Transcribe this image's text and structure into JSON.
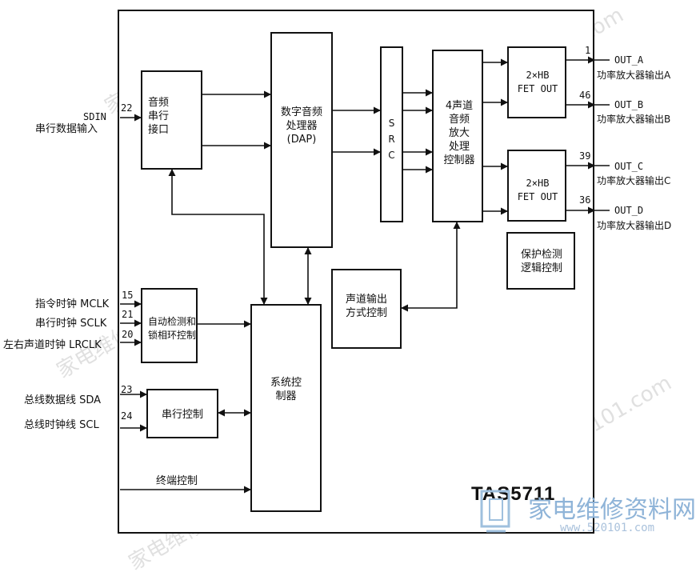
{
  "blocks": {
    "audio_serial": "音频\n串行\n接口",
    "dap": "数字音频\n处理器\n(DAP)",
    "src": "S\nR\nC",
    "controller4ch": "4声道\n音频\n放大\n处理\n控制器",
    "fet_ab": "2×HB\nFET OUT",
    "fet_cd": "2×HB\nFET OUT",
    "protect": "保护检测\n逻辑控制",
    "channel_output": "声道输出\n方式控制",
    "auto_detect_pll": "自动检测和\n锁相环控制",
    "system_controller": "系统控\n制器",
    "serial_control": "串行控制",
    "termination_control": "终端控制"
  },
  "inputs": {
    "sdin": {
      "name": "SDIN",
      "desc": "串行数据输入",
      "pin": "22"
    },
    "mclk": {
      "label": "指令时钟 MCLK",
      "pin": "15"
    },
    "sclk": {
      "label": "串行时钟 SCLK",
      "pin": "21"
    },
    "lrclk": {
      "label": "左右声道时钟 LRCLK",
      "pin": "20"
    },
    "sda": {
      "label": "总线数据线 SDA",
      "pin": "23"
    },
    "scl": {
      "label": "总线时钟线 SCL",
      "pin": "24"
    }
  },
  "outputs": {
    "a": {
      "name": "OUT_A",
      "desc": "功率放大器输出A",
      "pin": "1"
    },
    "b": {
      "name": "OUT_B",
      "desc": "功率放大器输出B",
      "pin": "46"
    },
    "c": {
      "name": "OUT_C",
      "desc": "功率放大器输出C",
      "pin": "39"
    },
    "d": {
      "name": "OUT_D",
      "desc": "功率放大器输出D",
      "pin": "36"
    }
  },
  "chip_name": "TAS5711",
  "watermarks": [
    "家电维修资料网",
    "www.520101.com"
  ],
  "logo": {
    "text": "家电维修资料网",
    "url": "www.520101.com"
  },
  "colors": {
    "line": "#111111",
    "watermark": "#c8c8c8",
    "logo": "#8fb4d8"
  }
}
